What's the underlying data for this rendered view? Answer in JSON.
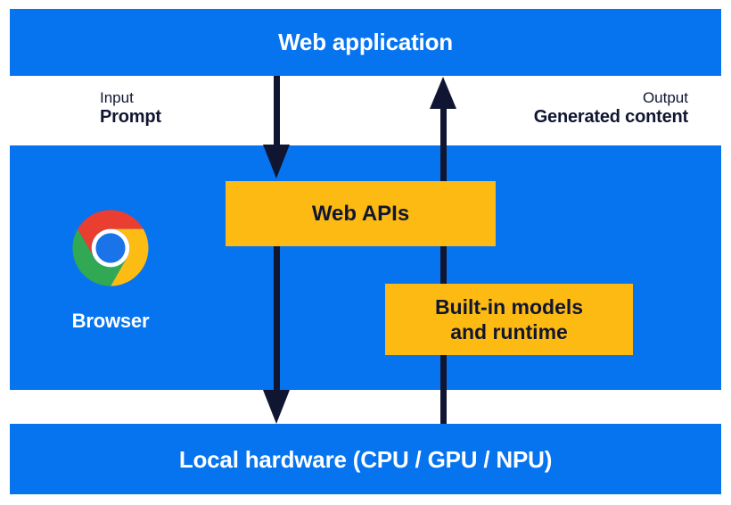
{
  "diagram": {
    "title": "Web application",
    "bands": [
      {
        "id": "web-application",
        "label": "Web application"
      },
      {
        "id": "browser",
        "label": "Browser"
      },
      {
        "id": "local-hardware",
        "label": "Local hardware (CPU / GPU / NPU)"
      }
    ],
    "labels": {
      "input_kind": "Input",
      "input_value": "Prompt",
      "output_kind": "Output",
      "output_value": "Generated content"
    },
    "boxes": {
      "web_apis": "Web APIs",
      "builtin_models_line1": "Built-in models",
      "builtin_models_line2": "and runtime"
    },
    "icons": {
      "chrome": "chrome-logo-icon",
      "input_arrow": "arrow-down-icon",
      "output_arrow": "arrow-up-icon"
    },
    "colors": {
      "band_blue": "#0674ef",
      "box_orange": "#fdba12",
      "arrow_navy": "#101632",
      "text_white": "#ffffff",
      "chrome_red": "#ea3e30",
      "chrome_yellow": "#fdbc13",
      "chrome_green": "#31a853",
      "chrome_blue": "#1a73e8",
      "background": "#ffffff"
    }
  }
}
